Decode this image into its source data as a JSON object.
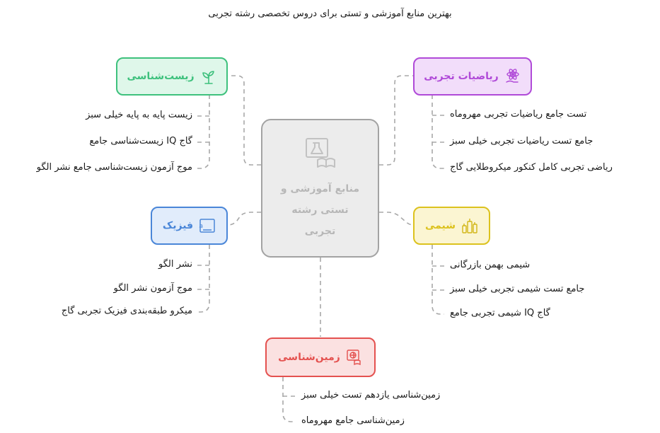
{
  "title": "بهترین منابع آموزشی و تستی برای دروس تخصصی رشته تجربی",
  "center": {
    "lines": [
      "منابع آموزشی و",
      "تستی رشته",
      "تجربی"
    ],
    "icon": "lab-book-icon"
  },
  "nodes": {
    "biology": {
      "label": "زیست‌شناسی",
      "icon": "plant-icon",
      "color": "#3ec17d",
      "fill": "#dff7ea",
      "items": [
        "زیست پایه به پایه خیلی سبز",
        "گاج IQ زیست‌شناسی جامع",
        "موج آزمون زیست‌شناسی جامع نشر الگو"
      ]
    },
    "math": {
      "label": "ریاضیات تجربی",
      "icon": "atom-hand-icon",
      "color": "#b04ad8",
      "fill": "#f2ddfa",
      "items": [
        "تست جامع ریاضیات تجربی مهروماه",
        "جامع تست ریاضیات تجربی خیلی سبز",
        "ریاضی تجربی کامل کنکور میکروطلایی گاج"
      ]
    },
    "physics": {
      "label": "فیزیک",
      "icon": "formula-icon",
      "color": "#4a86d8",
      "fill": "#e1ecfb",
      "items": [
        "نشر الگو",
        "موج آزمون نشر الگو",
        "میکرو طبقه‌بندی فیزیک تجربی گاج"
      ]
    },
    "chemistry": {
      "label": "شیمی",
      "icon": "flasks-icon",
      "color": "#dcc21e",
      "fill": "#fbf5d2",
      "items": [
        "شیمی بهمن بازرگانی",
        "جامع تست شیمی تجربی خیلی سبز",
        "گاج IQ شیمی تجربی جامع"
      ]
    },
    "geology": {
      "label": "زمین‌شناسی",
      "icon": "globe-book-icon",
      "color": "#e4514f",
      "fill": "#fbe1e1",
      "items": [
        "زمین‌شناسی یازدهم تست خیلی سبز",
        "زمین‌شناسی جامع مهروماه"
      ]
    }
  }
}
